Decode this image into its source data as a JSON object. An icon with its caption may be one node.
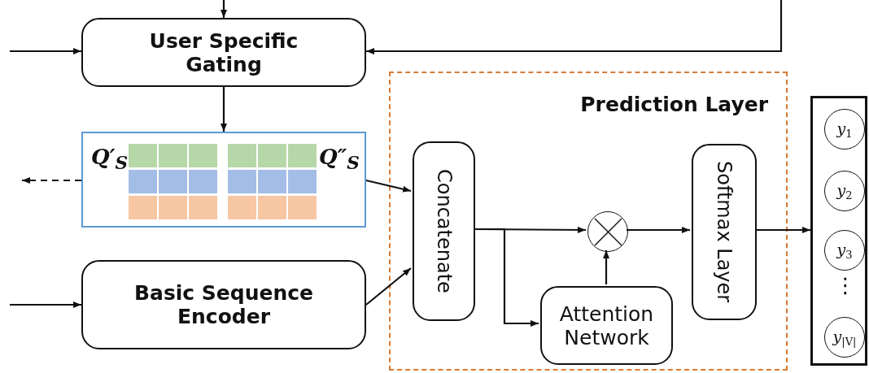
{
  "diagram": {
    "nodes": [
      {
        "text": [
          "User Specific Gating"
        ]
      },
      {
        "text": [
          "Q′$_{S}$",
          "Q″$_{S}$"
        ]
      },
      {
        "text": [
          "Prediction Layer"
        ]
      },
      {
        "text": [
          "Concatenate"
        ],
        "in": 2
      },
      {
        "text": [],
        "shape": "circle",
        "in": 2
      },
      {
        "text": [
          "Attention Network"
        ],
        "in": 2
      },
      {
        "text": [
          "Softmax Layer"
        ],
        "in": 2
      },
      {
        "text": [
          "Basic Sequence Encoder"
        ]
      },
      {
        "text": [],
        "shape": "box"
      },
      {
        "text": [
          "*y*$_{1}$"
        ],
        "in": 8
      },
      {
        "text": [
          "*y*$_{2}$"
        ],
        "in": 8
      },
      {
        "text": [
          "*y*$_{3}$"
        ],
        "in": 8
      },
      {
        "text": [
          "*y*$_{|V|}$"
        ],
        "in": 8
      }
    ],
    "edges": [
      {
        "from": null,
        "to": 0,
        "arrow": "to"
      },
      {
        "from": null,
        "to": 0,
        "arrow": "to"
      },
      {
        "from": null,
        "to": 0,
        "arrow": "to"
      },
      {
        "from": 0,
        "to": 1,
        "arrow": "to"
      },
      {
        "from": 1,
        "to": null,
        "arrow": "to",
        "style": "dashed"
      },
      {
        "from": 1,
        "to": 3,
        "arrow": "to"
      },
      {
        "from": null,
        "to": 7,
        "arrow": "to"
      },
      {
        "from": 7,
        "to": 3,
        "arrow": "to"
      },
      {
        "from": 3,
        "to": 4,
        "arrow": "to"
      },
      {
        "from": 3,
        "to": 5,
        "arrow": "to"
      },
      {
        "from": 5,
        "to": 4,
        "arrow": "to"
      },
      {
        "from": 4,
        "to": 6,
        "arrow": "to"
      },
      {
        "from": 6,
        "to": 8,
        "arrow": "to"
      }
    ],
    "labels": [
      "⋮"
    ]
  }
}
